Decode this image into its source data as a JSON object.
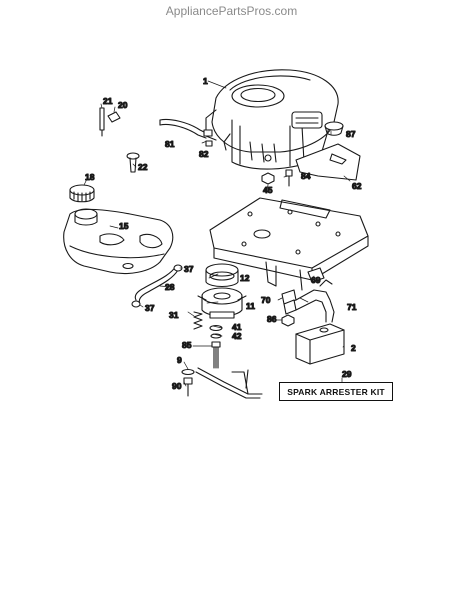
{
  "watermark": "AppliancePartsPros.com",
  "callout_box": "SPARK ARRESTER KIT",
  "part_labels": {
    "p1": "1",
    "p2": "2",
    "p9": "9",
    "p11": "11",
    "p12": "12",
    "p15": "15",
    "p18": "18",
    "p20": "20",
    "p21": "21",
    "p22": "22",
    "p28": "28",
    "p29": "29",
    "p31": "31",
    "p37a": "37",
    "p37b": "37",
    "p41": "41",
    "p42": "42",
    "p45": "45",
    "p62": "62",
    "p69": "69",
    "p70": "70",
    "p71": "71",
    "p81": "81",
    "p82": "82",
    "p84": "84",
    "p85": "85",
    "p86": "86",
    "p87": "87",
    "p90": "90"
  }
}
